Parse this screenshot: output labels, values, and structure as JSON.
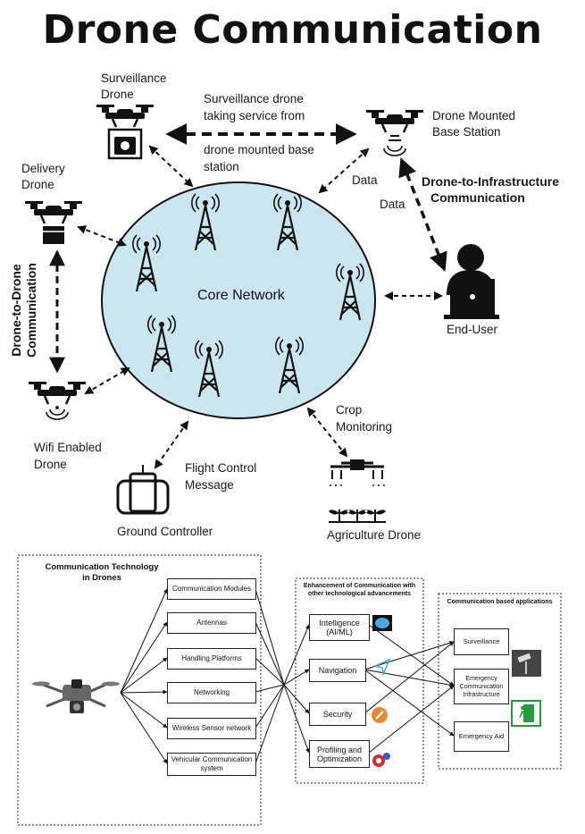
{
  "title": "Drone Communication",
  "top": {
    "surveillance_drone": "Surveillance\nDrone",
    "surv_line1": "Surveillance drone",
    "surv_line2": "taking service from",
    "surv_line3": "drone mounted base",
    "surv_line4": "station",
    "drone_base": "Drone Mounted\nBase Station",
    "delivery_drone": "Delivery\nDrone",
    "data1": "Data",
    "data2": "Data",
    "d2i_line1": "Drone-to-Infrastructure",
    "d2i_line2": "Communication",
    "d2d_line1": "Drone-to-Drone",
    "d2d_line2": "Communication",
    "core_network": "Core Network",
    "end_user": "End-User",
    "wifi_drone_1": "Wifi Enabled",
    "wifi_drone_2": "Drone",
    "flight_1": "Flight Control",
    "flight_2": "Message",
    "crop_1": "Crop",
    "crop_2": "Monitoring",
    "ground_controller": "Ground Controller",
    "agriculture_drone": "Agriculture Drone"
  },
  "bottom": {
    "panel1_title_1": "Communication Technology",
    "panel1_title_2": "in Drones",
    "tech": [
      "Communication Modules",
      "Antennas",
      "Handling Platforms",
      "Networking",
      "Wireless Sensor network",
      "Vehicular Communication system"
    ],
    "panel2_title": "Enhancement of Communication with other technological advancements",
    "enh": [
      "Intelligence (AI/ML)",
      "Navigation",
      "Security",
      "Profiling and Optimization"
    ],
    "panel3_title": "Communication based applications",
    "apps": [
      "Surveillance",
      "Emergency Communication Infrastructure",
      "Emergency Aid"
    ]
  }
}
